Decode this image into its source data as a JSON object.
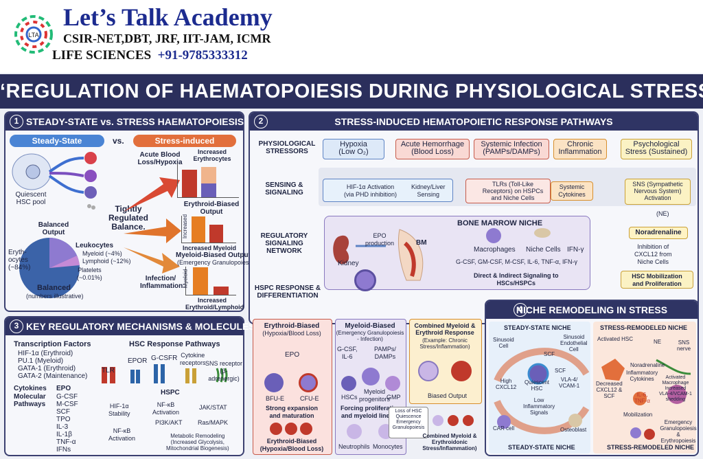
{
  "header": {
    "title": "Let’s Talk Academy",
    "line1": "CSIR-NET,DBT, JRF, IIT-JAM, ICMR",
    "line2a": "LIFE SCIENCES",
    "line2b": "+91-9785333312",
    "logo_text": "LTA"
  },
  "main_title": "‘REGULATION OF HAEMATOPOIESIS DURING PHYSIOLOGICAL STRESS’",
  "p1": {
    "num": "1",
    "title": "STEADY-STATE vs. STRESS HAEMATOPOIESIS",
    "steady": "Steady-State",
    "vs": "vs.",
    "stress": "Stress-induced",
    "pool": "Quiescent\nHSC pool",
    "balanced_output": "Balanced\nOutput",
    "ery": "Eryth-\nocytes\n(~84%)",
    "leuko": "Leukocytes",
    "myeloid": "Myeloid (~4%)",
    "lymphoid": "Lymphoid (~12%)",
    "platelets": "Platelets\n(~0.01%)",
    "balanced": "Balanced",
    "illus": "(numbers illustrative)",
    "tight": "Tightly\nRegulated\nBalance.",
    "acute": "Acute Blood\nLoss/Hypoxia",
    "inc_ery": "Increased\nErythrocytes",
    "ery_biased": "Erythroid-Biased\nOutput",
    "infection": "Infection/\nInflammation",
    "increased_axis": "Increased",
    "inc_myeloid": "Increased Myeloid",
    "myeloid_biased": "Myeloid-Biased Output",
    "emerg": "(Emergency Granulopoiesis)",
    "myeloid_axis": "Myeloid",
    "inc_ery_lym": "Increased\nErythroid/Lymphoid"
  },
  "p2": {
    "num": "2",
    "title": "STRESS-INDUCED HEMATOPOIETIC RESPONSE PATHWAYS",
    "row1": "PHYSIOLOGICAL\nSTRESSORS",
    "row2": "SENSING &\nSIGNALING",
    "row3": "REGULATORY\nSIGNALING\nNETWORK",
    "row4": "HSPC RESPONSE &\nDIFFERENTIATION",
    "hypoxia": "Hypoxia\n(Low O₂)",
    "hemorrhage": "Acute Hemorrhage\n(Blood Loss)",
    "infection": "Systemic Infection\n(PAMPs/DAMPs)",
    "inflammation": "Chronic\nInflammation",
    "psych": "Psychological\nStress (Sustained)",
    "hif": "HIF-1α Activation\n(via PHD inhibition)",
    "kidney_sense": "Kidney/Liver\nSensing",
    "tlr": "TLRs (Toll-Like\nReceptors) on HSPCs\nand Niche Cells",
    "sys_cyt": "Systemic\nCytokines",
    "sns": "SNS (Sympathetic\nNervous System)\nActivation",
    "ne": "(NE)",
    "nor": "Noradrenaline",
    "inhib": "Inhibition of\nCXCL12 from\nNiche Cells",
    "niche_title": "BONE MARROW NICHE",
    "epo_prod": "EPO\nproduction",
    "bm": "BM",
    "kidney": "Kidney",
    "macro": "Macrophages",
    "niche_cells": "Niche Cells",
    "ifn": "IFN-γ",
    "gcsf": "G-CSF, GM-CSF, M-CSF, IL-6, TNF-α, IFN-γ",
    "direct": "Direct & Indirect Signaling to\nHSCs/HSPCs",
    "mob": "HSC Mobilization\nand Proliferation",
    "ery_biased": "Erythroid-Biased",
    "ery_biased_sub": "(Hypoxia/Blood Loss)",
    "epo": "EPO",
    "bfue": "BFU-E",
    "cfue": "CFU-E",
    "strong": "Strong expansion\nand maturation",
    "ery_out": "Erythroid-Biased\n(Hypoxia/Blood Loss)",
    "mye_biased": "Myeloid-Biased",
    "mye_sub": "(Emergency Granulopoiesis\n- Infection)",
    "gcsf_il6": "G-CSF,\nIL-6",
    "pamps": "PAMPs/\nDAMPs",
    "hscs": "HSCs",
    "mye_prog": "Myeloid\nprogenitors",
    "gmp": "GMP",
    "forcing": "Forcing proliferation\nand myeloid lineage",
    "neutro": "Neutrophils",
    "mono": "Monocytes",
    "comb_title": "Combined Myeloid &\nErythroid Response",
    "comb_ex": "(Example: Chronic\nStress/Inflammation)",
    "biased_out": "Biased Output",
    "loss": "Loss of HSC\nQuiescence\nEmergency\nGranulopoiesis",
    "comb_out": "Combined Myeloid &\nErythroidonic\nStress/Inflammation)"
  },
  "p3": {
    "num": "3",
    "title": "KEY REGULATORY MECHANISMS & MOLECULES",
    "tf_head": "Transcription Factors",
    "tf": "HIF-1α (Erythroid)\nPU.1 (Myeloid)\nGATA-1 (Erythroid)\nGATA-2 (Maintenance)",
    "cyt_head": "Cytokines",
    "mol_head": "Molecular\nPathways",
    "epo": "EPO",
    "cyt_list": "G-CSF\nM-CSF\nSCF\nTPO\nIL-3\nIL-1β\nTNF-α\nIFNs",
    "path_head": "HSC Response Pathways",
    "tlr": "TLR",
    "epor": "EPOR",
    "gcsfr": "G-CSFR",
    "cytrec": "Cytokine\nreceptors",
    "sns": "SNS receptor\n(β-adrenergic)",
    "hspc": "HSPC",
    "hif": "HIF-1α\nStability",
    "nfkb1": "NF-κB\nActivation",
    "jak": "JAK/STAT",
    "pi3k": "PI3K/AKT",
    "ras": "Ras/MAPK",
    "nfkb2": "NF-κB\nActivation",
    "metab": "Metabolic Remodeling\n(Increased Glycolysis,\nMitochondrial Biogenesis)"
  },
  "p4": {
    "num": "4",
    "title": "NICHE REMODELING IN STRESS",
    "steady": "STEADY-STATE NICHE",
    "stress": "STRESS-REMODELED NICHE",
    "sinusoid": "Sinusoid\nCell",
    "sin_endo": "Sinusoid\nEndothelial\nCell",
    "scf1": "SCF",
    "scf2": "SCF",
    "high": "High\nCXCL12",
    "qhsc": "Quiescent\nHSC",
    "vla": "VLA-4/\nVCAM-1",
    "low": "Low\nInflammatory\nSignals",
    "car": "CAR cell",
    "osteo": "Osteoblast",
    "steady_foot": "STEADY-STATE NICHE",
    "act_hsc": "Activated HSC",
    "ne": "NE",
    "sns": "SNS\nnerve",
    "nor": "Noradrenaline",
    "infl_cyt": "Inflammatory\nCytokines",
    "act_mac": "Activated\nMacrophage\nIncreased\nVLA-4/VCAM-1\nshedding",
    "dec": "Decreased\nCXCL12 &\nSCF",
    "il6": "IL-6,\nTNF-α",
    "mobil": "Mobilization",
    "emer": "Emergency\nGranulopoiesis\n& Erythropoiesis",
    "stress_foot": "STRESS-REMODELED NICHE"
  }
}
